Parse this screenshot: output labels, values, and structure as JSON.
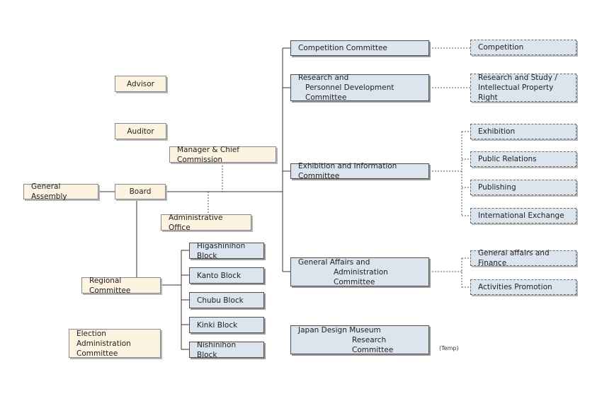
{
  "nodes": {
    "advisor": "Advisor",
    "auditor": "Auditor",
    "manager_chief_commission": "Manager & Chief Commission",
    "general_assembly": "General Assembly",
    "board": "Board",
    "administrative_office": "Administrative Office",
    "regional_committee": "Regional Committee",
    "election_admin_line1": "Election Administration",
    "election_admin_line2": "Committee",
    "blocks": [
      "Higashinihon Block",
      "Kanto Block",
      "Chubu Block",
      "Kinki Block",
      "Nishinihon Block"
    ],
    "competition_committee": "Competition Committee",
    "research_line1": "Research and",
    "research_line2": "Personnel Development Committee",
    "exhibition_committee": "Exhibition and Information Committee",
    "general_affairs_line1": "General Affairs and",
    "general_affairs_line2": "Administration Committee",
    "museum_line1": "Japan Design Museum",
    "museum_line2": "Research Committee",
    "museum_note": "(Temp)",
    "competition": "Competition",
    "research_study_line1": "Research and Study /",
    "research_study_line2": "Intellectual Property Right",
    "exhibition": "Exhibition",
    "public_relations": "Public Relations",
    "publishing": "Publishing",
    "international_exchange": "International Exchange",
    "general_affairs_finance": "General affairs and Finance",
    "activities_promotion": "Activities Promotion"
  },
  "colors": {
    "cream_fill": "#fdf3e1",
    "blue_fill": "#dce5ee",
    "line": "#333333"
  }
}
